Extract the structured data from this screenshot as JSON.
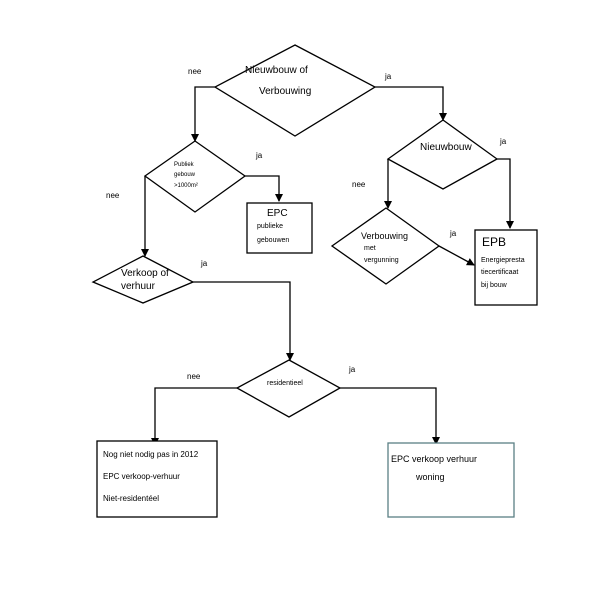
{
  "diagram": {
    "nodes": {
      "d1": {
        "shape": "decision",
        "lines": [
          "Nieuwbouw of",
          "Verbouwing"
        ]
      },
      "d2": {
        "shape": "decision",
        "lines": [
          "Publiek",
          "gebouw",
          ">1000m²"
        ]
      },
      "d3": {
        "shape": "decision",
        "lines": [
          "Nieuwbouw"
        ]
      },
      "d4": {
        "shape": "decision",
        "lines": [
          "Verbouwing",
          "met",
          "vergunning"
        ]
      },
      "d5": {
        "shape": "decision",
        "lines": [
          "Verkoop of",
          "verhuur"
        ]
      },
      "d6": {
        "shape": "decision",
        "lines": [
          "residentieel"
        ]
      },
      "b1": {
        "shape": "box",
        "title": "EPC",
        "lines": [
          "publieke",
          "gebouwen"
        ]
      },
      "b2": {
        "shape": "box",
        "title": "EPB",
        "lines": [
          "Energiepresta",
          "tiecertificaat",
          "bij bouw"
        ]
      },
      "b3": {
        "shape": "box",
        "title": "",
        "lines": [
          "Nog niet nodig pas in 2012",
          "EPC verkoop-verhuur",
          "Niet-residentéel"
        ]
      },
      "b4": {
        "shape": "box",
        "title": "EPC verkoop  verhuur",
        "lines": [
          "woning"
        ]
      }
    },
    "edges": [
      {
        "id": "e1",
        "from": "d1",
        "to": "d2",
        "label": "nee"
      },
      {
        "id": "e2",
        "from": "d1",
        "to": "d3",
        "label": "ja"
      },
      {
        "id": "e3",
        "from": "d2",
        "to": "b1",
        "label": "ja"
      },
      {
        "id": "e4",
        "from": "d2",
        "to": "d5",
        "label": "nee"
      },
      {
        "id": "e5",
        "from": "d3",
        "to": "b2",
        "label": "ja"
      },
      {
        "id": "e6",
        "from": "d3",
        "to": "d4",
        "label": "nee"
      },
      {
        "id": "e7",
        "from": "d4",
        "to": "b2",
        "label": "ja"
      },
      {
        "id": "e8",
        "from": "d5",
        "to": "d6",
        "label": "ja"
      },
      {
        "id": "e9",
        "from": "d6",
        "to": "b3",
        "label": "nee"
      },
      {
        "id": "e10",
        "from": "d6",
        "to": "b4",
        "label": "ja"
      }
    ]
  }
}
